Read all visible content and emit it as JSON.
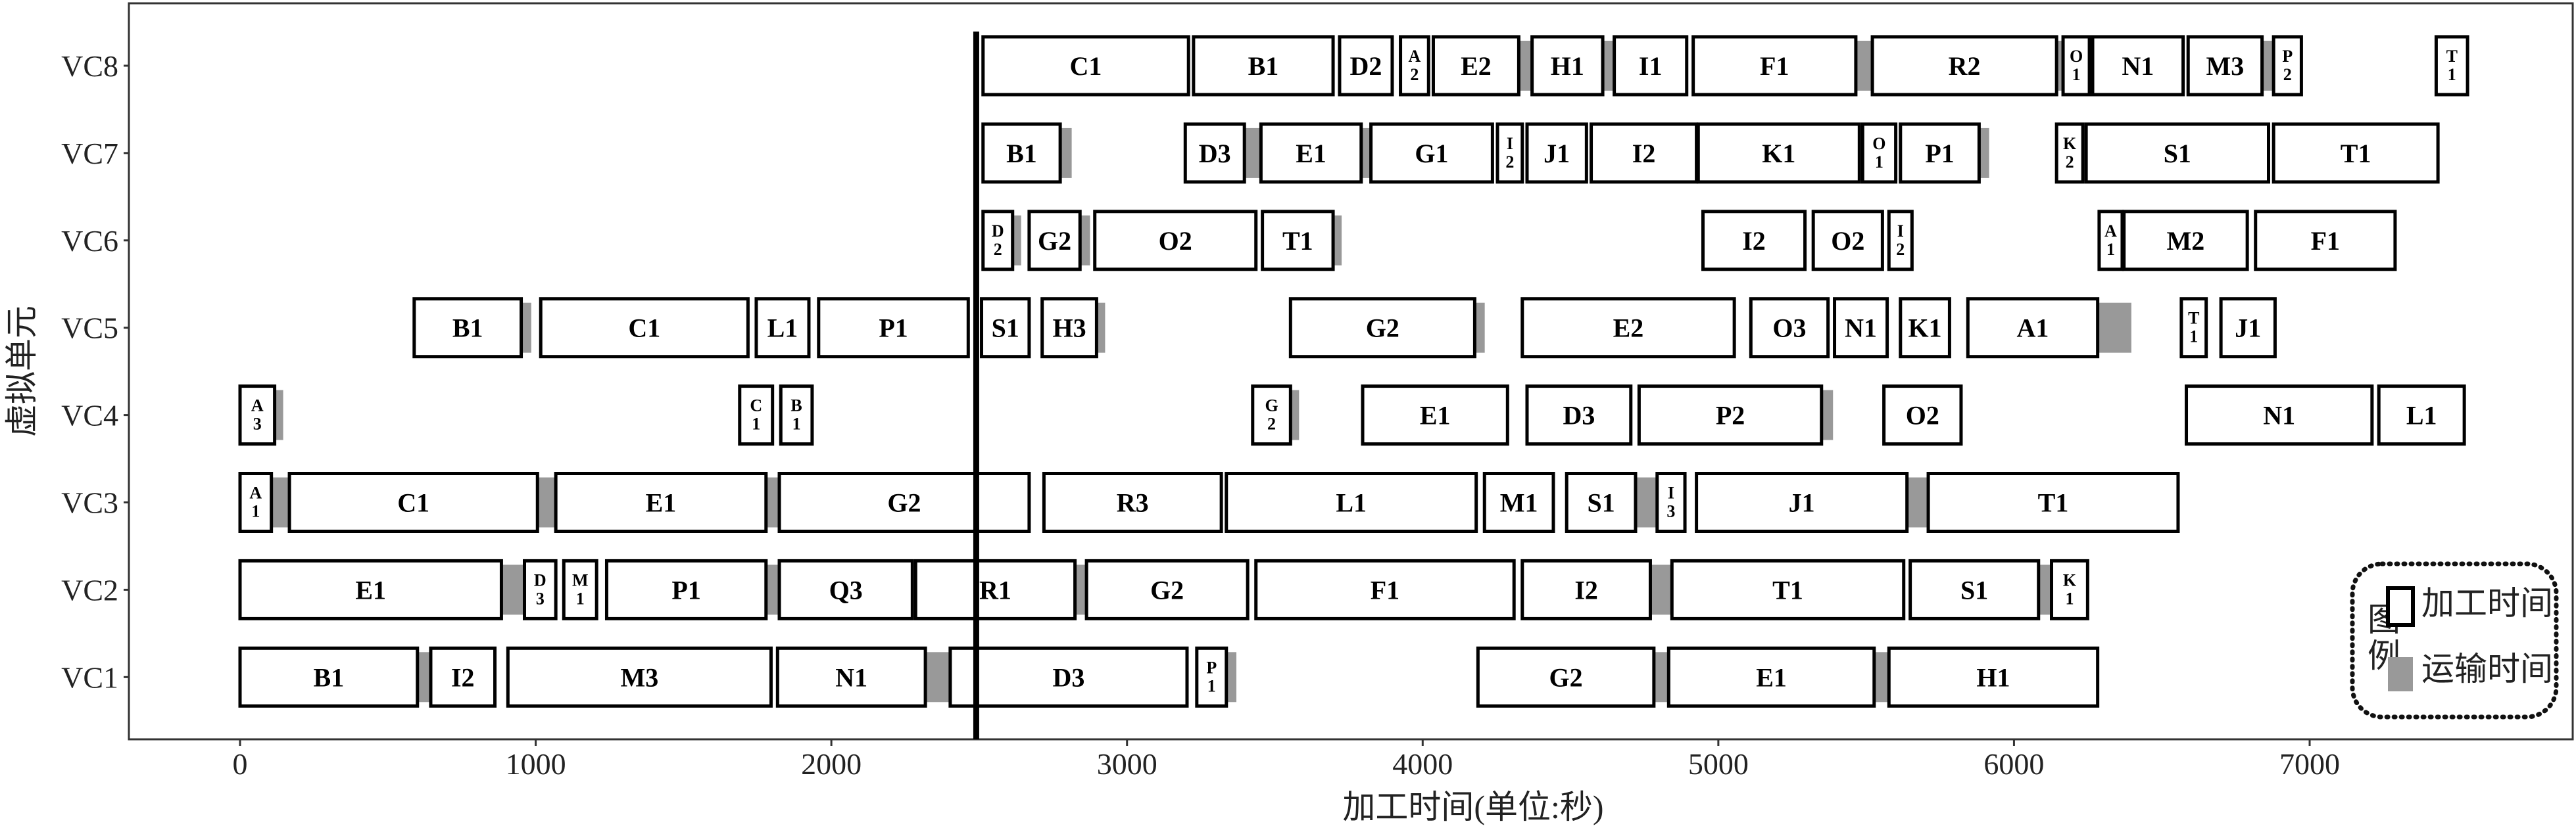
{
  "chart_data": {
    "type": "gantt",
    "title": "",
    "xlabel": "加工时间(单位:秒)",
    "ylabel": "虚拟单元",
    "xlim": [
      -380,
      7800
    ],
    "xticks": [
      0,
      1000,
      2000,
      3000,
      4000,
      5000,
      6000,
      7000
    ],
    "grid": false,
    "current_time_line": 2490,
    "colors": {
      "processing_fill": "#ffffff",
      "processing_stroke": "#000000",
      "transport": "#999999"
    },
    "legend": {
      "title": "图例",
      "placement": "bottom-right",
      "items": [
        {
          "label": "加工时间",
          "kind": "processing"
        },
        {
          "label": "运输时间",
          "kind": "transport"
        }
      ]
    },
    "rows": [
      {
        "name": "VC8",
        "tasks": [
          {
            "label": "C1",
            "start": 2513,
            "end": 3208,
            "trans": 0
          },
          {
            "label": "B1",
            "start": 3225,
            "end": 3697,
            "trans": 0
          },
          {
            "label": "D2",
            "start": 3719,
            "end": 3897,
            "trans": 0
          },
          {
            "label": "A2",
            "start": 3925,
            "end": 4020,
            "trans": 0
          },
          {
            "label": "E2",
            "start": 4036,
            "end": 4325,
            "trans": 45
          },
          {
            "label": "H1",
            "start": 4370,
            "end": 4609,
            "trans": 40
          },
          {
            "label": "I1",
            "start": 4648,
            "end": 4893,
            "trans": 0
          },
          {
            "label": "F1",
            "start": 4915,
            "end": 5465,
            "trans": 55
          },
          {
            "label": "R2",
            "start": 5521,
            "end": 6144,
            "trans": 20
          },
          {
            "label": "O1",
            "start": 6166,
            "end": 6255,
            "trans": 0
          },
          {
            "label": "N1",
            "start": 6266,
            "end": 6572,
            "trans": 0
          },
          {
            "label": "M3",
            "start": 6589,
            "end": 6839,
            "trans": 35
          },
          {
            "label": "P2",
            "start": 6878,
            "end": 6972,
            "trans": 0
          },
          {
            "label": "T1",
            "start": 7428,
            "end": 7534,
            "trans": 0
          }
        ]
      },
      {
        "name": "VC7",
        "tasks": [
          {
            "label": "B1",
            "start": 2513,
            "end": 2774,
            "trans": 30
          },
          {
            "label": "D3",
            "start": 3197,
            "end": 3397,
            "trans": 50
          },
          {
            "label": "E1",
            "start": 3453,
            "end": 3792,
            "trans": 25
          },
          {
            "label": "G1",
            "start": 3825,
            "end": 4236,
            "trans": 0
          },
          {
            "label": "I2",
            "start": 4253,
            "end": 4337,
            "trans": 0
          },
          {
            "label": "J1",
            "start": 4353,
            "end": 4554,
            "trans": 0
          },
          {
            "label": "I2",
            "start": 4570,
            "end": 4926,
            "trans": 0
          },
          {
            "label": "K1",
            "start": 4932,
            "end": 5477,
            "trans": 0
          },
          {
            "label": "O1",
            "start": 5488,
            "end": 5600,
            "trans": 0
          },
          {
            "label": "P1",
            "start": 5616,
            "end": 5882,
            "trans": 25
          },
          {
            "label": "K2",
            "start": 6144,
            "end": 6233,
            "trans": 0
          },
          {
            "label": "S1",
            "start": 6244,
            "end": 6861,
            "trans": 0
          },
          {
            "label": "T1",
            "start": 6878,
            "end": 7434,
            "trans": 0
          }
        ]
      },
      {
        "name": "VC6",
        "tasks": [
          {
            "label": "D2",
            "start": 2513,
            "end": 2613,
            "trans": 20
          },
          {
            "label": "G2",
            "start": 2669,
            "end": 2841,
            "trans": 25
          },
          {
            "label": "O2",
            "start": 2891,
            "end": 3436,
            "trans": 0
          },
          {
            "label": "T1",
            "start": 3458,
            "end": 3697,
            "trans": 20
          },
          {
            "label": "I2",
            "start": 4948,
            "end": 5293,
            "trans": 0
          },
          {
            "label": "O2",
            "start": 5321,
            "end": 5555,
            "trans": 0
          },
          {
            "label": "I2",
            "start": 5577,
            "end": 5655,
            "trans": 0
          },
          {
            "label": "A1",
            "start": 6288,
            "end": 6366,
            "trans": 0
          },
          {
            "label": "M2",
            "start": 6372,
            "end": 6789,
            "trans": 0
          },
          {
            "label": "F1",
            "start": 6817,
            "end": 7289,
            "trans": 0
          }
        ]
      },
      {
        "name": "VC5",
        "tasks": [
          {
            "label": "B1",
            "start": 589,
            "end": 951,
            "trans": 25
          },
          {
            "label": "C1",
            "start": 1017,
            "end": 1718,
            "trans": 0
          },
          {
            "label": "L1",
            "start": 1746,
            "end": 1924,
            "trans": 0
          },
          {
            "label": "P1",
            "start": 1957,
            "end": 2463,
            "trans": 0
          },
          {
            "label": "S1",
            "start": 2508,
            "end": 2669,
            "trans": 0
          },
          {
            "label": "H3",
            "start": 2713,
            "end": 2897,
            "trans": 20
          },
          {
            "label": "G2",
            "start": 3553,
            "end": 4176,
            "trans": 25
          },
          {
            "label": "E2",
            "start": 4337,
            "end": 5054,
            "trans": 0
          },
          {
            "label": "O3",
            "start": 5110,
            "end": 5371,
            "trans": 0
          },
          {
            "label": "N1",
            "start": 5393,
            "end": 5571,
            "trans": 0
          },
          {
            "label": "K1",
            "start": 5616,
            "end": 5782,
            "trans": 0
          },
          {
            "label": "A1",
            "start": 5844,
            "end": 6283,
            "trans": 105
          },
          {
            "label": "T1",
            "start": 6566,
            "end": 6650,
            "trans": 0
          },
          {
            "label": "J1",
            "start": 6700,
            "end": 6883,
            "trans": 0
          }
        ]
      },
      {
        "name": "VC4",
        "tasks": [
          {
            "label": "A3",
            "start": 0,
            "end": 117,
            "trans": 20
          },
          {
            "label": "C1",
            "start": 1690,
            "end": 1801,
            "trans": 0
          },
          {
            "label": "B1",
            "start": 1829,
            "end": 1935,
            "trans": 0
          },
          {
            "label": "G2",
            "start": 3425,
            "end": 3553,
            "trans": 20
          },
          {
            "label": "E1",
            "start": 3797,
            "end": 4287,
            "trans": 0
          },
          {
            "label": "D3",
            "start": 4353,
            "end": 4704,
            "trans": 0
          },
          {
            "label": "P2",
            "start": 4732,
            "end": 5349,
            "trans": 30
          },
          {
            "label": "O2",
            "start": 5560,
            "end": 5821,
            "trans": 0
          },
          {
            "label": "N1",
            "start": 6583,
            "end": 7211,
            "trans": 0
          },
          {
            "label": "L1",
            "start": 7234,
            "end": 7523,
            "trans": 0
          }
        ]
      },
      {
        "name": "VC3",
        "tasks": [
          {
            "label": "A1",
            "start": 0,
            "end": 106,
            "trans": 60
          },
          {
            "label": "C1",
            "start": 167,
            "end": 1006,
            "trans": 60
          },
          {
            "label": "E1",
            "start": 1068,
            "end": 1779,
            "trans": 45
          },
          {
            "label": "G2",
            "start": 1824,
            "end": 2669,
            "trans": 0
          },
          {
            "label": "R3",
            "start": 2719,
            "end": 3319,
            "trans": 0
          },
          {
            "label": "L1",
            "start": 3336,
            "end": 4181,
            "trans": 0
          },
          {
            "label": "M1",
            "start": 4209,
            "end": 4442,
            "trans": 0
          },
          {
            "label": "S1",
            "start": 4487,
            "end": 4720,
            "trans": 60
          },
          {
            "label": "I3",
            "start": 4793,
            "end": 4887,
            "trans": 0
          },
          {
            "label": "J1",
            "start": 4926,
            "end": 5638,
            "trans": 70
          },
          {
            "label": "T1",
            "start": 5710,
            "end": 6555,
            "trans": 0
          }
        ]
      },
      {
        "name": "VC2",
        "tasks": [
          {
            "label": "E1",
            "start": 0,
            "end": 884,
            "trans": 70
          },
          {
            "label": "D3",
            "start": 962,
            "end": 1068,
            "trans": 0
          },
          {
            "label": "M1",
            "start": 1095,
            "end": 1206,
            "trans": 0
          },
          {
            "label": "P1",
            "start": 1240,
            "end": 1779,
            "trans": 40
          },
          {
            "label": "Q3",
            "start": 1824,
            "end": 2274,
            "trans": 0
          },
          {
            "label": "R1",
            "start": 2285,
            "end": 2824,
            "trans": 40
          },
          {
            "label": "G2",
            "start": 2863,
            "end": 3408,
            "trans": 0
          },
          {
            "label": "F1",
            "start": 3436,
            "end": 4309,
            "trans": 0
          },
          {
            "label": "I2",
            "start": 4337,
            "end": 4770,
            "trans": 70
          },
          {
            "label": "T1",
            "start": 4843,
            "end": 5627,
            "trans": 0
          },
          {
            "label": "S1",
            "start": 5649,
            "end": 6083,
            "trans": 45
          },
          {
            "label": "K1",
            "start": 6127,
            "end": 6249,
            "trans": 0
          }
        ]
      },
      {
        "name": "VC1",
        "tasks": [
          {
            "label": "B1",
            "start": 0,
            "end": 600,
            "trans": 45
          },
          {
            "label": "I2",
            "start": 645,
            "end": 862,
            "trans": 0
          },
          {
            "label": "M3",
            "start": 906,
            "end": 1796,
            "trans": 0
          },
          {
            "label": "N1",
            "start": 1818,
            "end": 2318,
            "trans": 80
          },
          {
            "label": "D3",
            "start": 2402,
            "end": 3203,
            "trans": 0
          },
          {
            "label": "P1",
            "start": 3236,
            "end": 3336,
            "trans": 25
          },
          {
            "label": "G2",
            "start": 4187,
            "end": 4782,
            "trans": 45
          },
          {
            "label": "E1",
            "start": 4832,
            "end": 5527,
            "trans": 45
          },
          {
            "label": "H1",
            "start": 5577,
            "end": 6283,
            "trans": 0
          }
        ]
      }
    ]
  }
}
